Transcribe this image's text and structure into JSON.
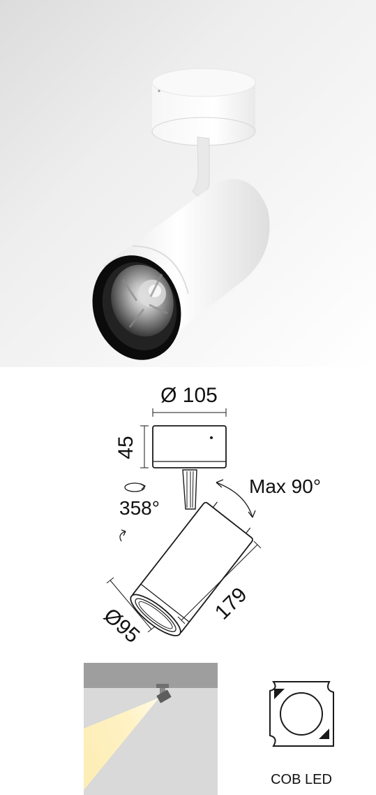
{
  "product_photo": {
    "description_icon": "ceiling-spotlight-photo"
  },
  "dimensions": {
    "base_diameter": "Ø 105",
    "base_height": "45",
    "rotation": "358°",
    "tilt": "Max 90°",
    "body_length": "179",
    "head_diameter": "Ø95"
  },
  "scene": {
    "icon": "mounted-spotlight-beam-scene"
  },
  "chip": {
    "icon": "cob-led-chip-icon",
    "label": "COB LED"
  },
  "colors": {
    "line": "#1a1a1a",
    "body_white": "#f4f4f4",
    "ceiling_gray": "#9e9e9e",
    "wall_gray": "#d8d9d8",
    "beam": "#fff6d2"
  }
}
